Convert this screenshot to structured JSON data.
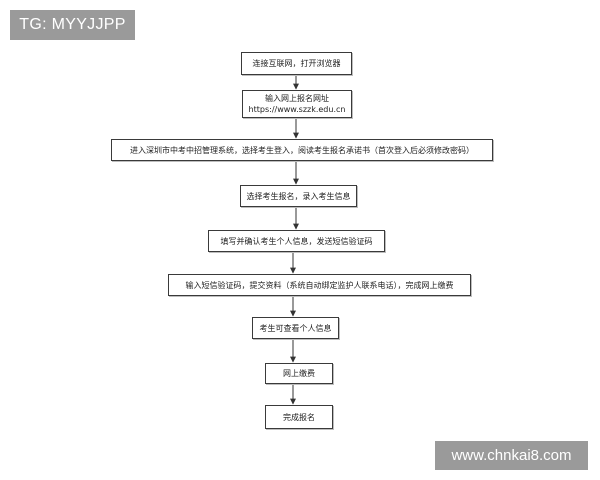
{
  "watermarks": {
    "top_left": "TG: MYYJJPP",
    "bottom_right": "www.chnkai8.com"
  },
  "flowchart": {
    "steps": [
      {
        "text": "连接互联网，打开浏览器"
      },
      {
        "text": "输入网上报名网址",
        "subtext": "https://www.szzk.edu.cn"
      },
      {
        "text": "进入深圳市中考中招管理系统，选择考生登入，阅读考生报名承诺书（首次登入后必须修改密码）"
      },
      {
        "text": "选择考生报名，录入考生信息"
      },
      {
        "text": "填写并确认考生个人信息，发送短信验证码"
      },
      {
        "text": "输入短信验证码，提交资料（系统自动绑定监护人联系电话），完成网上缴费"
      },
      {
        "text": "考生可查看个人信息"
      },
      {
        "text": "网上缴费"
      },
      {
        "text": "完成报名"
      }
    ]
  }
}
